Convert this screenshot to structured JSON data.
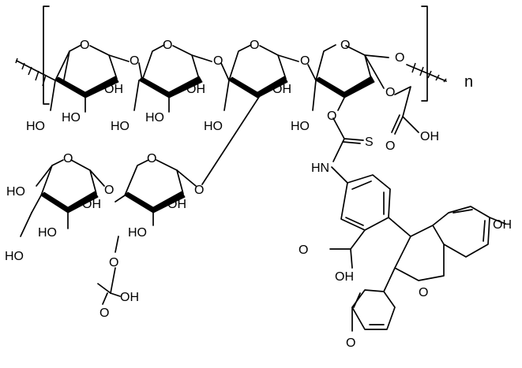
{
  "repeat_index": "n",
  "labels": {
    "O": "O",
    "OH": "OH",
    "HO": "HO",
    "S": "S",
    "HN": "HN"
  },
  "colors": {
    "ink": "#000000",
    "background": "#ffffff"
  }
}
